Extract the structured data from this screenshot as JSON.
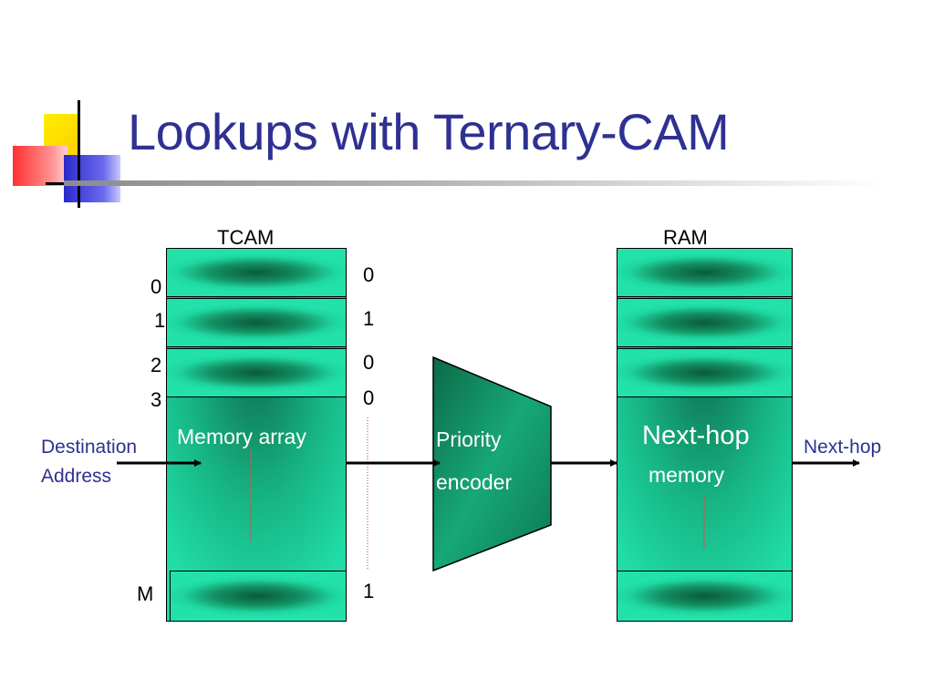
{
  "slide": {
    "title": "Lookups with Ternary-CAM"
  },
  "tcam": {
    "label": "TCAM",
    "row_labels": [
      "0",
      "1",
      "2",
      "3",
      "M"
    ],
    "match_bits": [
      "0",
      "1",
      "0",
      "0",
      "1"
    ],
    "body_label": "Memory array"
  },
  "ram": {
    "label": "RAM",
    "body_label_line1": "Next-hop",
    "body_label_line2": "memory"
  },
  "encoder": {
    "label_line1": "Priority",
    "label_line2": "encoder"
  },
  "input": {
    "line1": "Destination",
    "line2": "Address"
  },
  "output": {
    "label": "Next-hop"
  },
  "colors": {
    "title": "#2e3192",
    "block_fill": "#20dca6",
    "block_dark": "#0a5a3c",
    "label_blue": "#2e3192"
  }
}
